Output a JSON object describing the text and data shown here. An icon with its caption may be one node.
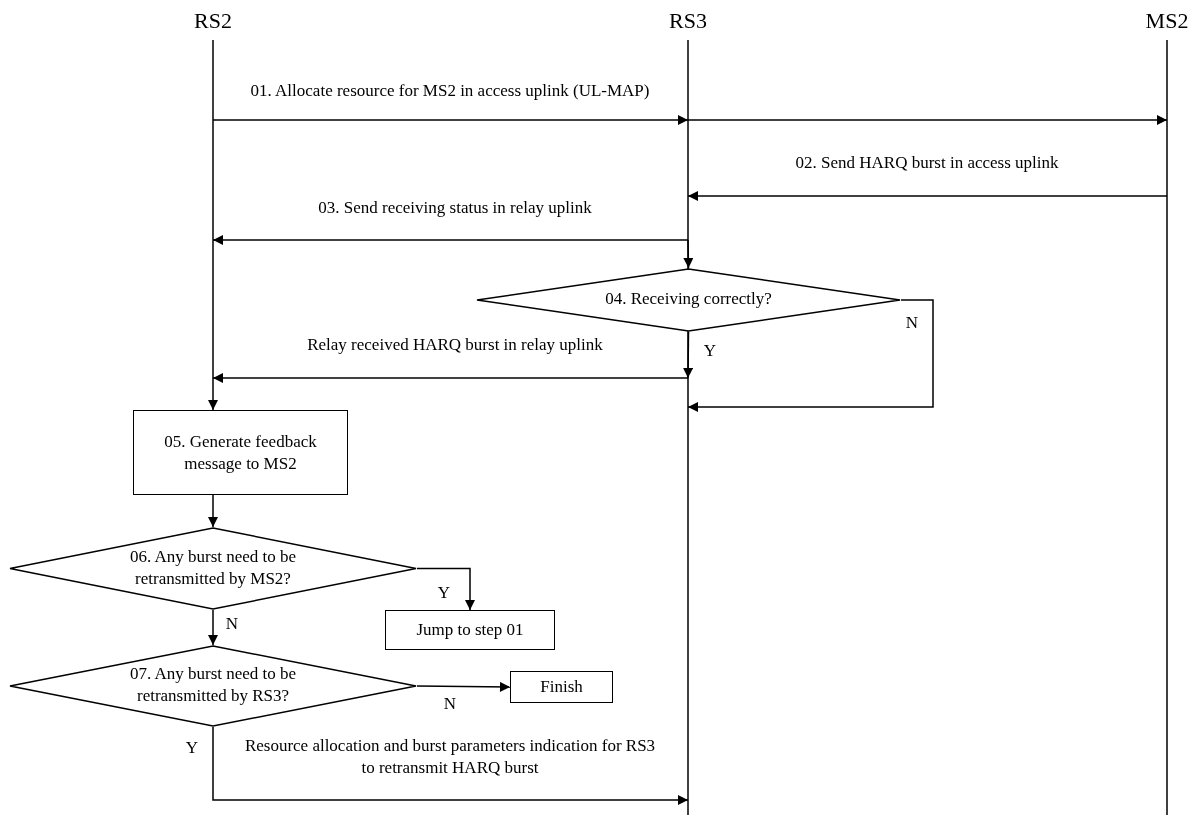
{
  "diagram": {
    "nodes": [
      {
        "text": [
          "RS2"
        ]
      },
      {
        "text": [
          "RS3"
        ]
      },
      {
        "text": [
          "MS2"
        ]
      },
      {
        "text": [
          "04. Receiving correctly?"
        ]
      },
      {
        "text": [
          "05. Generate feedback message to MS2"
        ]
      },
      {
        "text": [
          "06. Any burst need to be retransmitted by MS2?"
        ]
      },
      {
        "text": [
          "Jump to step 01"
        ]
      },
      {
        "text": [
          "07. Any burst need to be retransmitted by RS3?"
        ]
      },
      {
        "text": [
          "Finish"
        ]
      }
    ],
    "edges": [
      {
        "from": 0,
        "to": 1,
        "arrow": "to",
        "label": "01. Allocate resource for MS2 in access uplink (UL-MAP)"
      },
      {
        "from": 1,
        "to": 2,
        "arrow": "to"
      },
      {
        "from": 2,
        "to": 1,
        "arrow": "to",
        "label": "02. Send HARQ burst in access uplink"
      },
      {
        "from": 1,
        "to": 0,
        "arrow": "to",
        "label": "03. Send receiving status in relay uplink"
      },
      {
        "from": 1,
        "to": 3,
        "arrow": "to"
      },
      {
        "from": 3,
        "to": 1,
        "arrow": "to",
        "label": "Y"
      },
      {
        "from": 1,
        "to": 0,
        "arrow": "to",
        "label": "Relay received HARQ burst in relay uplink"
      },
      {
        "from": 3,
        "to": 1,
        "arrow": "to",
        "label": "N"
      },
      {
        "from": 0,
        "to": 4,
        "arrow": "to"
      },
      {
        "from": 4,
        "to": 5,
        "arrow": "to"
      },
      {
        "from": 5,
        "to": 6,
        "arrow": "to",
        "label": "Y"
      },
      {
        "from": 5,
        "to": 7,
        "arrow": "to",
        "label": "N"
      },
      {
        "from": 7,
        "to": 8,
        "arrow": "to",
        "label": "N"
      },
      {
        "from": 7,
        "to": 1,
        "arrow": "to",
        "label": "Resource allocation and burst parameters indication for RS3 to retransmit HARQ burst"
      }
    ],
    "labels": [
      "Y"
    ]
  }
}
